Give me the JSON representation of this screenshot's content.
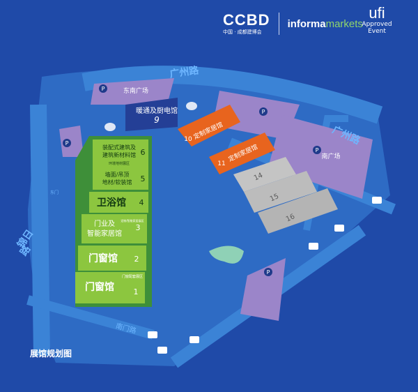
{
  "header": {
    "ccbd_logo": "CCBD",
    "ccbd_sub": "中国 · 成都建博会",
    "informa_bold": "informa",
    "informa_light": "markets",
    "ufi_logo": "ufi",
    "ufi_approved": "Approved",
    "ufi_event": "Event"
  },
  "title": "展馆规划图",
  "roads": {
    "guangzhou_top": "广州路",
    "guangzhou_right": "广州路",
    "jinri": "锦日",
    "jinri2": "路",
    "east_gate_small": "东门",
    "south_road": "南门路"
  },
  "parking": {
    "east_square": "东南广场",
    "south_square": "南广场"
  },
  "halls": {
    "h9": {
      "name": "暖通及厨电馆",
      "number": "9"
    },
    "h6": {
      "name": "装配式建筑及建筑新材料馆",
      "line1": "装配式建筑及",
      "line2": "建筑新材料馆",
      "number": "6",
      "sub": "环境地材展区"
    },
    "h5": {
      "name": "墙面/吊顶地材/软装馆",
      "line1": "墙面/吊顶",
      "line2": "地材/软装馆",
      "number": "5"
    },
    "h4": {
      "name": "卫浴馆",
      "number": "4"
    },
    "h3": {
      "name": "门业及智能家居馆",
      "line1": "门业及",
      "line2": "智能家居馆",
      "number": "3",
      "sub": "定制/智能家居展区"
    },
    "h2": {
      "name": "门窗馆",
      "number": "2"
    },
    "h1": {
      "name": "门窗馆",
      "number": "1",
      "sub": "门窗配套展区"
    },
    "h10": {
      "name": "定制家居馆",
      "number": "10"
    },
    "h11": {
      "name": "定制家居馆",
      "number": "11"
    },
    "h14": {
      "number": "14"
    },
    "h15": {
      "number": "15"
    },
    "h16": {
      "number": "16"
    }
  },
  "colors": {
    "background": "#1f4aa8",
    "green_light": "#8cc63f",
    "green_dark": "#4fa23c",
    "orange": "#e8641e",
    "gray": "#b9b9b9",
    "purple": "#9b85c9",
    "road_blue": "#2d6fc2"
  }
}
